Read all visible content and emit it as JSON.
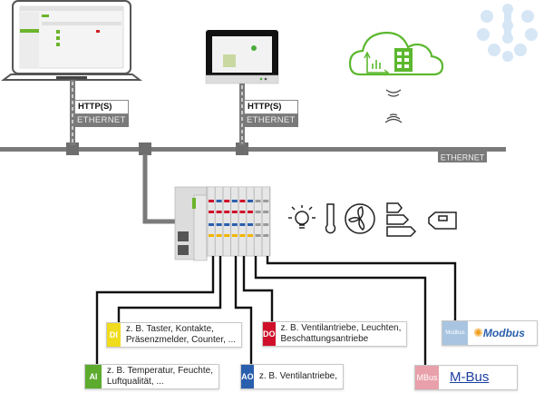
{
  "colors": {
    "ethernet_bus": "#7a7a7a",
    "field_wire": "#111111",
    "cloud_green": "#5cb82e",
    "di": "#f0dc1e",
    "do": "#d0102a",
    "ai": "#5caa2e",
    "ao": "#2a5fad",
    "modbus": "#a9c4e0",
    "mbus": "#e8a0aa",
    "watermark": "#d6e6f5"
  },
  "network": {
    "laptop_link": {
      "protocol": "HTTP(S)",
      "medium": "ETHERNET"
    },
    "panel_link": {
      "protocol": "HTTP(S)",
      "medium": "ETHERNET"
    },
    "bus_label": "ETHERNET"
  },
  "devices": {
    "laptop": "laptop-with-web-ui",
    "touch_panel": "touch-panel",
    "cloud": "cloud-building-analytics",
    "controller": "modular-io-controller"
  },
  "actuator_icons": [
    "light-bulb-icon",
    "thermometer-icon",
    "fan-icon",
    "energy-class-icon",
    "blind-motor-icon"
  ],
  "io_modules": [
    {
      "tag": "DI",
      "line1": "z. B. Taster, Kontakte,",
      "line2": "Präsenzmelder, Counter, ..."
    },
    {
      "tag": "DO",
      "line1": "z. B. Ventilantriebe, Leuchten,",
      "line2": "Beschattungsantriebe"
    },
    {
      "tag": "AI",
      "line1": "z. B. Temperatur, Feuchte,",
      "line2": "Luftqualität, ..."
    },
    {
      "tag": "AO",
      "line1": "z. B. Ventilantriebe,",
      "line2": ""
    }
  ],
  "fieldbus": [
    {
      "tag": "Modbus",
      "logo": "Modbus"
    },
    {
      "tag": "MBus",
      "logo": "M-Bus"
    }
  ]
}
